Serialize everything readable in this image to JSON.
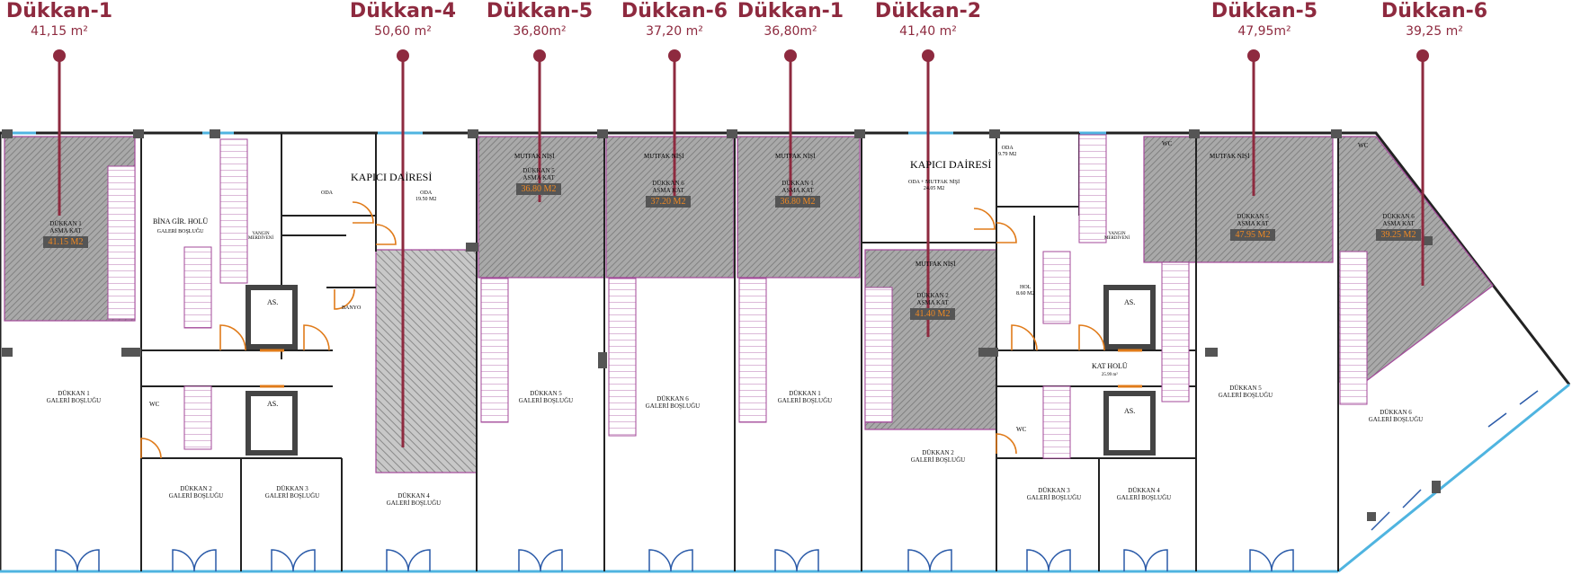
{
  "markers": [
    {
      "name": "Dükkan-1",
      "area": "41,15  m²"
    },
    {
      "name": "Dükkan-4",
      "area": "50,60 m²"
    },
    {
      "name": "Dükkan-5",
      "area": "36,80m²"
    },
    {
      "name": "Dükkan-6",
      "area": "37,20 m²"
    },
    {
      "name": "Dükkan-1",
      "area": "36,80m²"
    },
    {
      "name": "Dükkan-2",
      "area": "41,40 m²"
    },
    {
      "name": "Dükkan-5",
      "area": "47,95m²"
    },
    {
      "name": "Dükkan-6",
      "area": "39,25 m²"
    }
  ],
  "plan": {
    "kapici_1": "KAPICI DAİRESİ",
    "kapici_2": "KAPICI DAİRESİ",
    "oda": "ODA",
    "oda_small": "ODA",
    "oda_area": "19.50 M2",
    "oda_mutfak": "ODA + MUTFAK NİŞİ",
    "oda_mutfak_area": "24.05 M2",
    "oda2": "ODA",
    "oda2_area": "9.79 M2",
    "bina_giris": "BİNA GİR. HOLÜ",
    "galeri_bosl_ulu": "GALERİ BOŞLUĞU",
    "banyo": "BANYO",
    "yangin_1": "YANGIN MERDİVENİ",
    "yangin_2": "YANGIN MERDİVENİ",
    "as_1": "AS.",
    "as_2": "AS.",
    "as_3": "AS.",
    "as_4": "AS.",
    "wc_1": "WC",
    "wc_2": "WC",
    "wc_3": "WC",
    "wc_4": "WC",
    "mutfak_1": "MUTFAK NİŞİ",
    "mutfak_2": "MUTFAK NİŞİ",
    "mutfak_3": "MUTFAK NİŞİ",
    "mutfak_4": "MUTFAK NİŞİ",
    "mutfak_5": "MUTFAK NİŞİ",
    "kat_holu": "KAT HOLÜ",
    "kat_holu_area": "25.99 m²",
    "hol": "HOL",
    "hol_area": "8.60 M2",
    "mezz": [
      {
        "name": "DÜKKAN 1",
        "sub": "ASMA KAT",
        "area": "41.15 M2"
      },
      {
        "name": "DÜKKAN 5",
        "sub": "ASMA KAT",
        "area": "36.80 M2"
      },
      {
        "name": "DÜKKAN 6",
        "sub": "ASMA KAT",
        "area": "37.20 M2"
      },
      {
        "name": "DÜKKAN 1",
        "sub": "ASMA KAT",
        "area": "36.80 M2"
      },
      {
        "name": "DÜKKAN 2",
        "sub": "ASMA KAT",
        "area": "41.40 M2"
      },
      {
        "name": "DÜKKAN 5",
        "sub": "ASMA KAT",
        "area": "47.95 M2"
      },
      {
        "name": "DÜKKAN 6",
        "sub": "ASMA KAT",
        "area": "39.25 M2"
      }
    ],
    "galleries": [
      {
        "name": "DÜKKAN 1",
        "sub": "GALERİ BOŞLUĞU"
      },
      {
        "name": "DÜKKAN 2",
        "sub": "GALERİ BOŞLUĞU"
      },
      {
        "name": "DÜKKAN 3",
        "sub": "GALERİ BOŞLUĞU"
      },
      {
        "name": "DÜKKAN 4",
        "sub": "GALERİ BOŞLUĞU"
      },
      {
        "name": "DÜKKAN 5",
        "sub": "GALERİ BOŞLUĞU"
      },
      {
        "name": "DÜKKAN 6",
        "sub": "GALERİ BOŞLUĞU"
      },
      {
        "name": "DÜKKAN 1",
        "sub": "GALERİ BOŞLUĞU"
      },
      {
        "name": "DÜKKAN 2",
        "sub": "GALERİ BOŞLUĞU"
      },
      {
        "name": "DÜKKAN 3",
        "sub": "GALERİ BOŞLUĞU"
      },
      {
        "name": "DÜKKAN 4",
        "sub": "GALERİ BOŞLUĞU"
      },
      {
        "name": "DÜKKAN 5",
        "sub": "GALERİ BOŞLUĞU"
      },
      {
        "name": "DÜKKAN 6",
        "sub": "GALERİ BOŞLUĞU"
      }
    ]
  },
  "colors": {
    "marker": "#8e2a3f",
    "wall": "#222222",
    "hatch": "#8d8d8d",
    "stair": "#a3489a",
    "door": "#e07b1a",
    "glass": "#4fb4e0",
    "area_tag": "#555555",
    "area_text": "#f08a24"
  }
}
